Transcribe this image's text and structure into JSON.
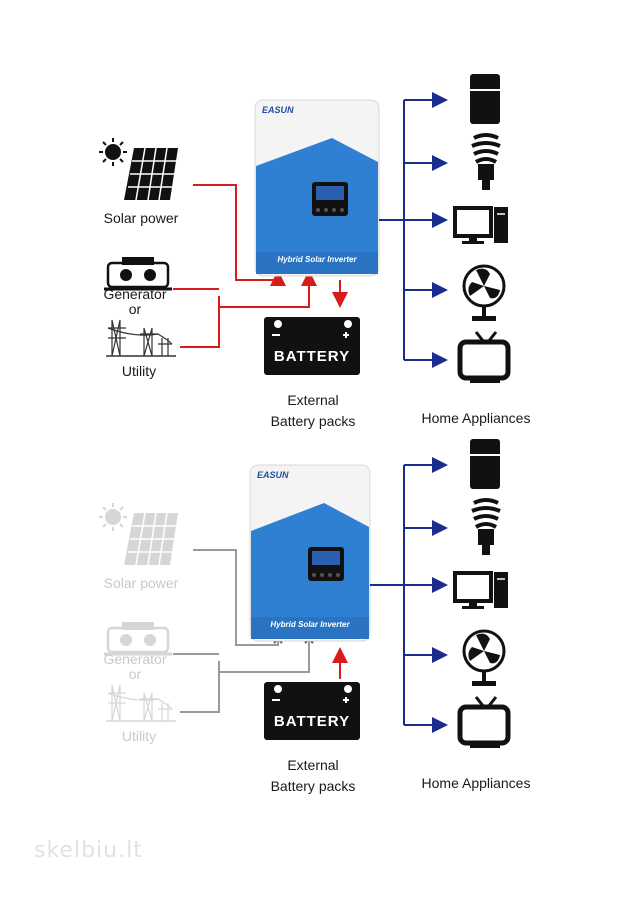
{
  "diagrams": [
    {
      "mode": "grid-and-solar",
      "sources": {
        "solar": "Solar power",
        "generator": "Generator",
        "or": "or",
        "utility": "Utility"
      },
      "inverter": {
        "brand": "EASUN",
        "model_label": "Hybrid Solar Inverter"
      },
      "battery": {
        "label": "BATTERY",
        "caption_line1": "External",
        "caption_line2": "Battery packs"
      },
      "loads": {
        "caption": "Home Appliances"
      }
    },
    {
      "mode": "battery-only",
      "sources": {
        "solar": "Solar power",
        "generator": "Generator",
        "or": "or",
        "utility": "Utility"
      },
      "inverter": {
        "brand": "EASUN",
        "model_label": "Hybrid Solar Inverter"
      },
      "battery": {
        "label": "BATTERY",
        "caption_line1": "External",
        "caption_line2": "Battery packs"
      },
      "loads": {
        "caption": "Home Appliances"
      }
    }
  ],
  "colors": {
    "input_line": "#d81c1c",
    "output_line": "#1a2d8f",
    "inactive_line": "#9a9a9a",
    "inverter_blue": "#2f7fd2"
  },
  "watermark": "skelbiu.lt"
}
